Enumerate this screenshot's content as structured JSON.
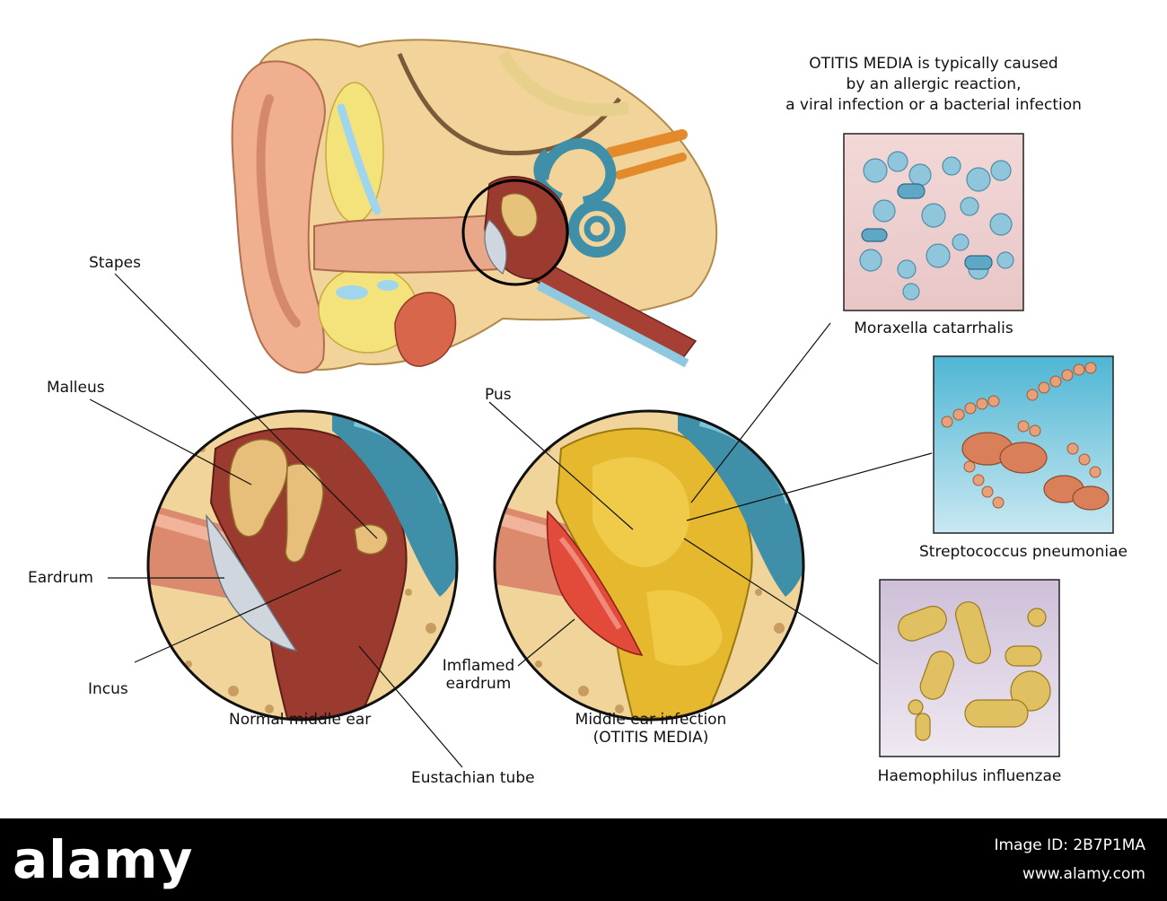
{
  "header": {
    "line1": "OTITIS MEDIA is typically caused",
    "line2": "by an allergic reaction,",
    "line3": "a viral infection or a bacterial infection"
  },
  "labels": {
    "stapes": "Stapes",
    "malleus": "Malleus",
    "eardrum": "Eardrum",
    "incus": "Incus",
    "normal_middle_ear": "Normal middle ear",
    "eustachian_tube": "Eustachian tube",
    "pus": "Pus",
    "inflamed_line1": "Imflamed",
    "inflamed_line2": "eardrum",
    "infection_line1": "Middle ear infection",
    "infection_line2": "(OTITIS MEDIA)"
  },
  "bacteria": {
    "moraxella": "Moraxella catarrhalis",
    "streptococcus": "Streptococcus pneumoniae",
    "haemophilus": "Haemophilus influenzae"
  },
  "footer": {
    "logo": "alamy",
    "image_id": "Image ID: 2B7P1MA",
    "url": "www.alamy.com"
  }
}
